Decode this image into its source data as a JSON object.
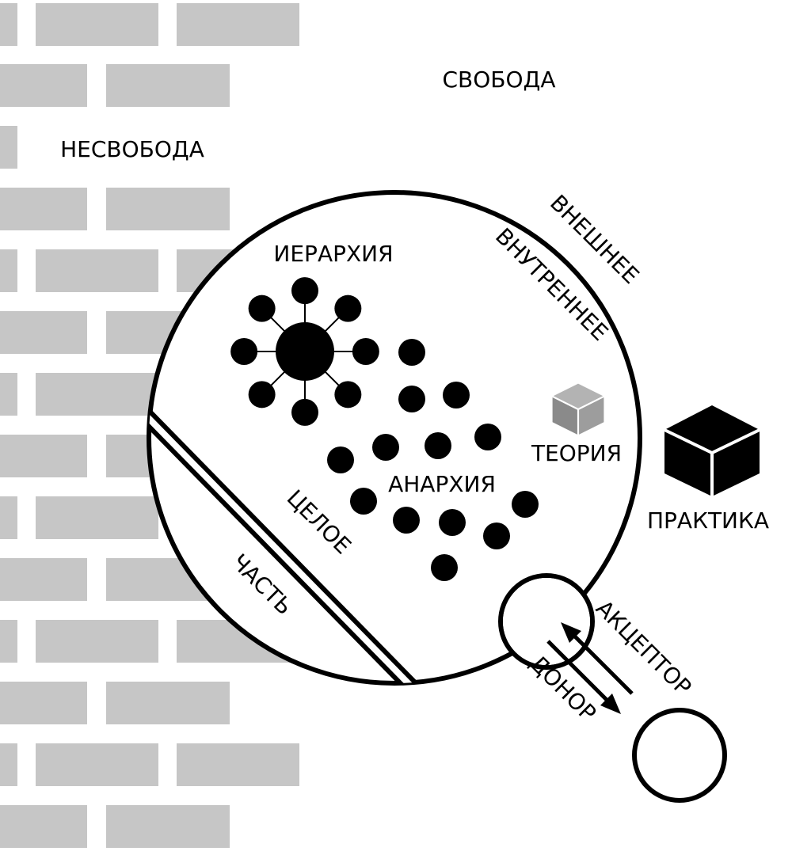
{
  "labels": {
    "freedom": "СВОБОДА",
    "unfreedom": "НЕСВОБОДА",
    "external": "ВНЕШНЕЕ",
    "internal": "ВНУТРЕННЕЕ",
    "hierarchy": "ИЕРАРХИЯ",
    "anarchy": "АНАРХИЯ",
    "theory": "ТЕОРИЯ",
    "practice": "ПРАКТИКА",
    "whole": "ЦЕЛОЕ",
    "part": "ЧАСТЬ",
    "acceptor": "АКЦЕПТОР",
    "donor": "ДОНОР"
  },
  "colors": {
    "brick": "#c6c6c6",
    "ink": "#000000",
    "theory_cube_top": "#b3b3b3",
    "theory_cube_left": "#8a8a8a",
    "theory_cube_right": "#9d9d9d"
  },
  "icons": {
    "theory": "cube-icon",
    "practice": "cube-icon"
  }
}
